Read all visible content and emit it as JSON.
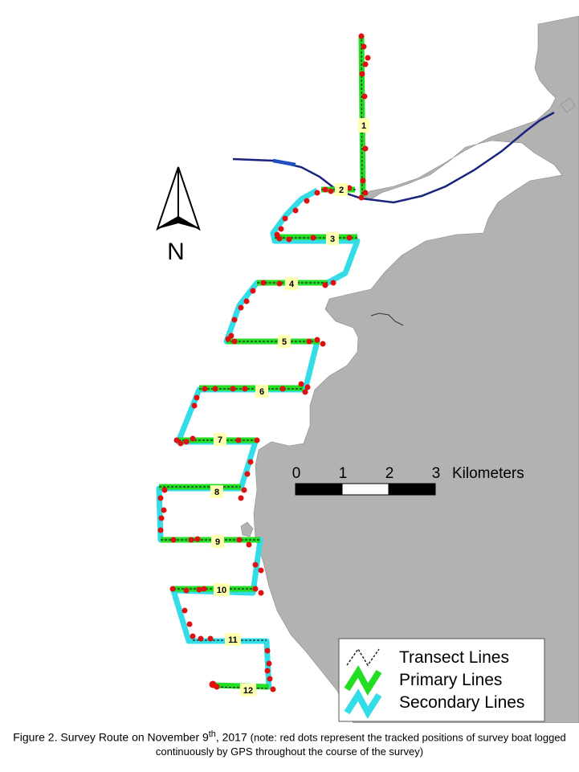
{
  "map": {
    "transect_labels": [
      "1",
      "2",
      "3",
      "4",
      "5",
      "6",
      "7",
      "8",
      "9",
      "10",
      "11",
      "12"
    ],
    "north_label": "N",
    "scale_bar": {
      "ticks": [
        "0",
        "1",
        "2",
        "3"
      ],
      "unit": "Kilometers"
    },
    "legend": [
      "Transect Lines",
      "Primary Lines",
      "Secondary Lines"
    ],
    "colors": {
      "land": "#b2b2b2",
      "primary": "#22dd22",
      "secondary": "#33dde8",
      "gps_dots": "#e01010",
      "channel": "#1a237e",
      "label_bg": "#ffffb0"
    }
  },
  "caption": {
    "lead": "Figure 2.  Survey Route on November 9",
    "sup": "th",
    "year": ", 2017 ",
    "note": "(note: red dots represent the tracked positions of survey boat logged continuously by GPS throughout the course of the survey)"
  }
}
